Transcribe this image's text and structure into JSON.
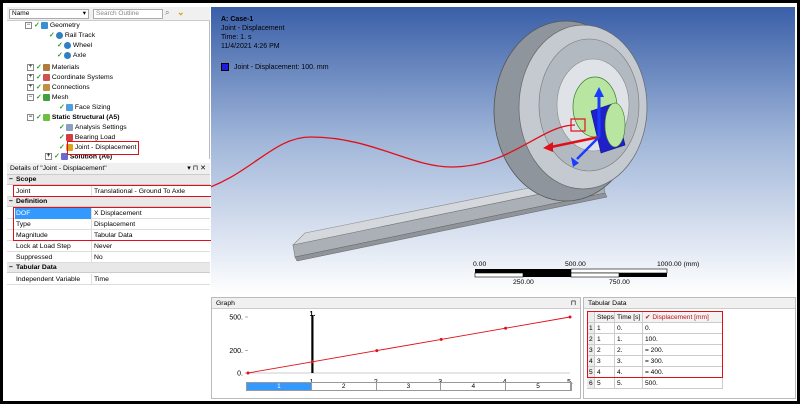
{
  "tree": {
    "toolbar": {
      "name_label": "Name",
      "search_placeholder": "Search Outline"
    },
    "items": [
      {
        "label": "Geometry"
      },
      {
        "label": "Rail Track"
      },
      {
        "label": "Wheel"
      },
      {
        "label": "Axle"
      },
      {
        "label": "Materials"
      },
      {
        "label": "Coordinate Systems"
      },
      {
        "label": "Connections"
      },
      {
        "label": "Mesh"
      },
      {
        "label": "Face Sizing"
      },
      {
        "label": "Static Structural (A5)"
      },
      {
        "label": "Analysis Settings"
      },
      {
        "label": "Bearing Load"
      },
      {
        "label": "Joint - Displacement"
      },
      {
        "label": "Solution (A6)"
      }
    ]
  },
  "details": {
    "title": "Details of \"Joint - Displacement\"",
    "sections": {
      "scope": "Scope",
      "definition": "Definition",
      "tabular": "Tabular Data"
    },
    "rows": {
      "joint": {
        "key": "Joint",
        "value": "Translational - Ground To Axle"
      },
      "dof": {
        "key": "DOF",
        "value": "X Displacement"
      },
      "type": {
        "key": "Type",
        "value": "Displacement"
      },
      "magnitude": {
        "key": "Magnitude",
        "value": "Tabular Data"
      },
      "lock": {
        "key": "Lock at Load Step",
        "value": "Never"
      },
      "suppressed": {
        "key": "Suppressed",
        "value": "No"
      },
      "indep": {
        "key": "Independent Variable",
        "value": "Time"
      }
    }
  },
  "viewport": {
    "case": "A: Case-1",
    "object": "Joint - Displacement",
    "time": "Time: 1. s",
    "date": "11/4/2021 4:26 PM",
    "legend": "Joint - Displacement: 100. mm",
    "scale_top": [
      "0.00",
      "500.00",
      "1000.00 (mm)"
    ],
    "scale_bottom": [
      "250.00",
      "750.00"
    ],
    "colors": {
      "legend_swatch": "#1c1cdc",
      "highlight": "#e0101a"
    }
  },
  "graph": {
    "title": "Graph",
    "marker": "1.",
    "steps": [
      "1",
      "2",
      "3",
      "4",
      "5"
    ]
  },
  "chart_data": {
    "type": "line",
    "x": [
      0,
      1,
      2,
      3,
      4,
      5
    ],
    "values": [
      0,
      100,
      200,
      300,
      400,
      500
    ],
    "xticks": [
      "0.",
      "1.",
      "2.",
      "3.",
      "4.",
      "5."
    ],
    "yticks": [
      "0.",
      "200.",
      "500."
    ],
    "xlim": [
      0,
      5
    ],
    "ylim": [
      0,
      500
    ]
  },
  "table": {
    "title": "Tabular Data",
    "headers": [
      "Steps",
      "Time [s]",
      "Displacement [mm]"
    ],
    "rows": [
      {
        "n": "1",
        "step": "1",
        "time": "0.",
        "disp": "0."
      },
      {
        "n": "2",
        "step": "1",
        "time": "1.",
        "disp": "100."
      },
      {
        "n": "3",
        "step": "2",
        "time": "2.",
        "disp": "= 200."
      },
      {
        "n": "4",
        "step": "3",
        "time": "3.",
        "disp": "= 300."
      },
      {
        "n": "5",
        "step": "4",
        "time": "4.",
        "disp": "= 400."
      },
      {
        "n": "6",
        "step": "5",
        "time": "5.",
        "disp": "500."
      }
    ]
  }
}
